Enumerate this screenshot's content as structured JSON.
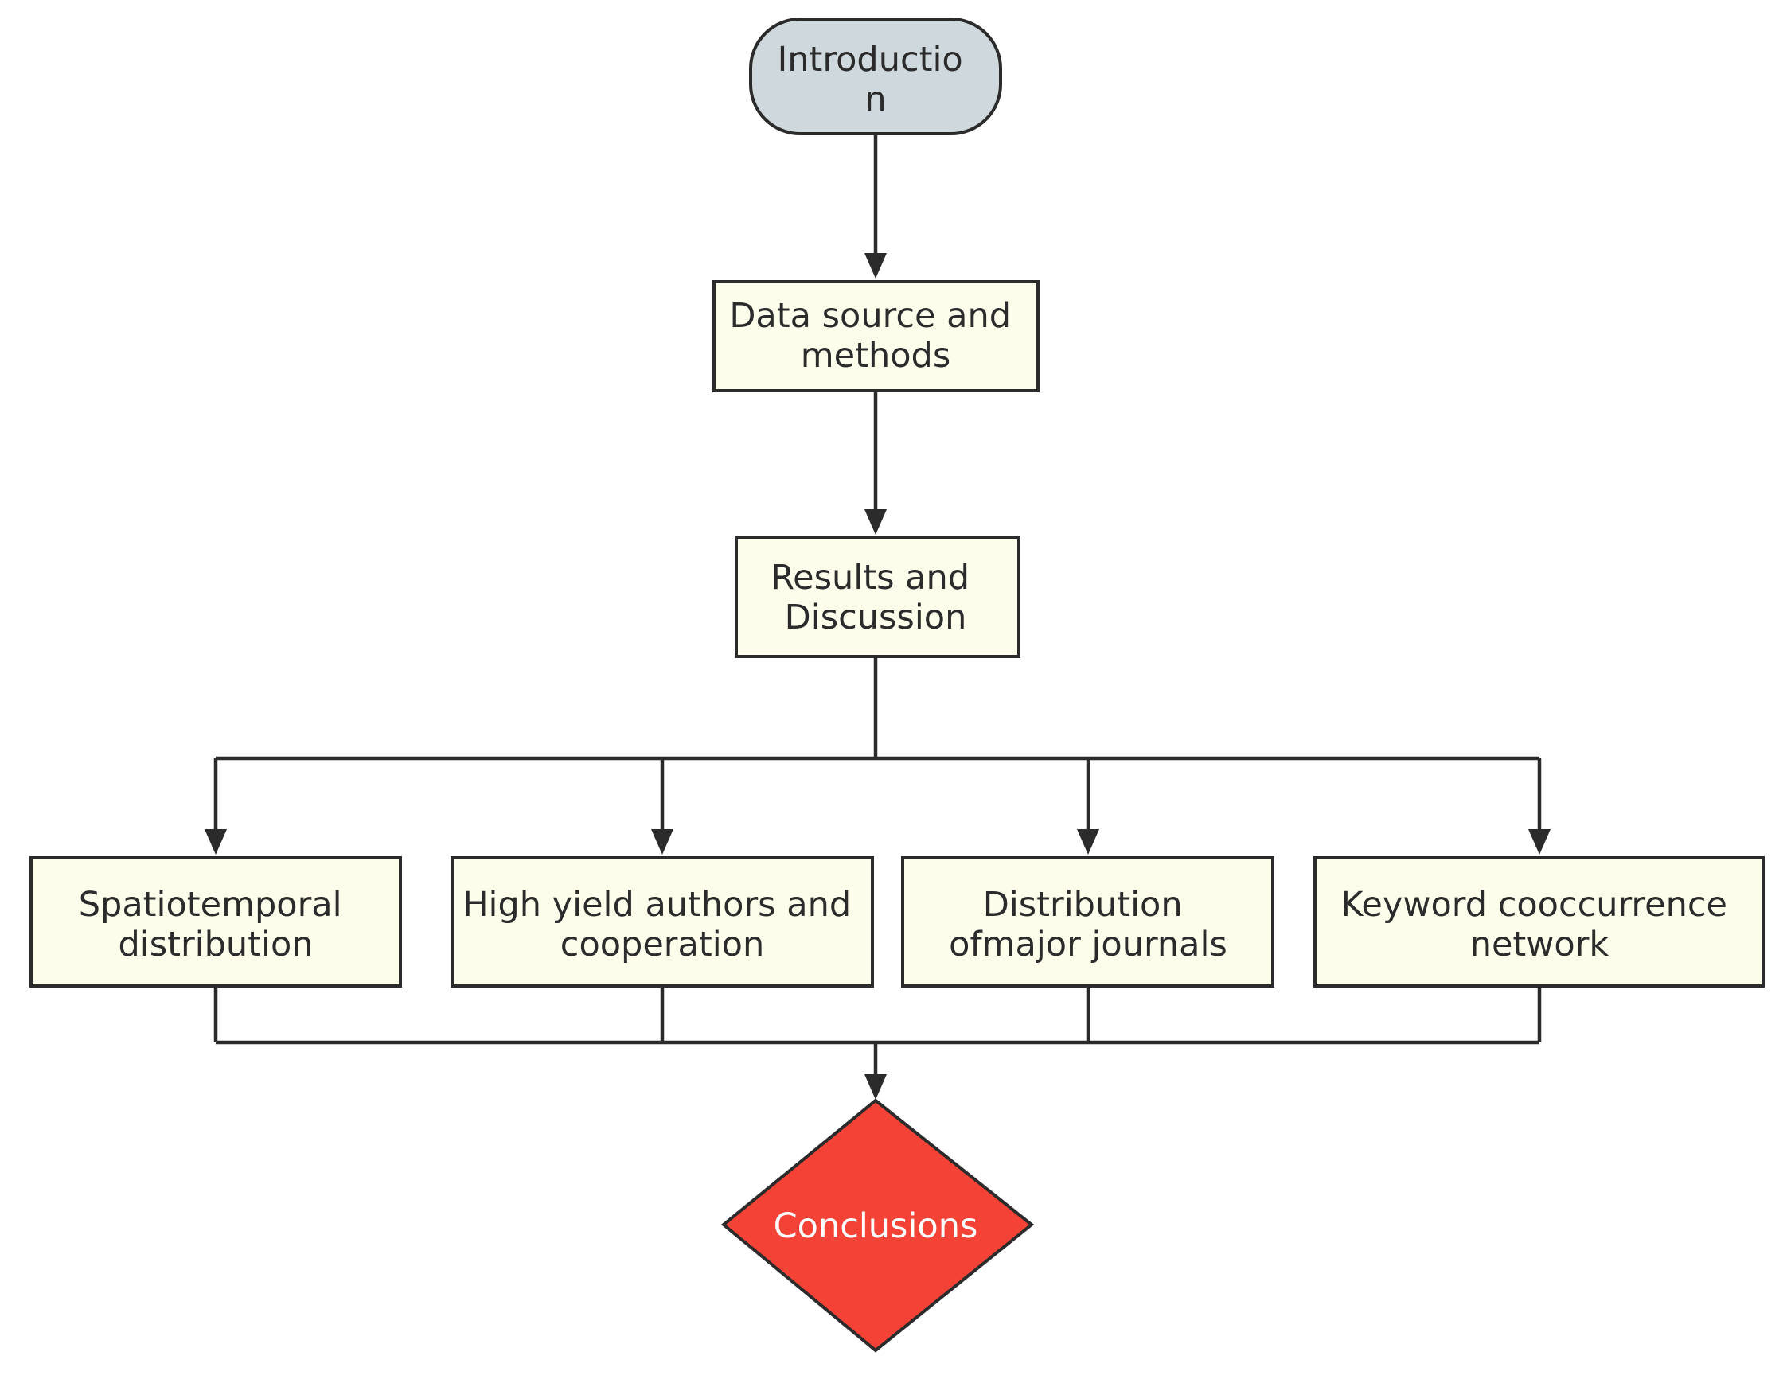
{
  "colors": {
    "start_fill": "#cfd8dc",
    "process_fill": "#fdfdec",
    "decision_fill": "#f44336",
    "stroke": "#2b2b2b",
    "text": "#2b2b2b",
    "decision_text": "#ffffff"
  },
  "nodes": {
    "introduction": {
      "shape": "rounded",
      "lines": [
        "Introductio",
        "n"
      ]
    },
    "data_source": {
      "shape": "box",
      "lines": [
        "Data source and",
        "methods"
      ]
    },
    "results": {
      "shape": "box",
      "lines": [
        "Results and",
        "Discussion"
      ]
    },
    "spatiotemporal": {
      "shape": "box",
      "lines": [
        "Spatiotemporal",
        "distribution"
      ]
    },
    "high_yield": {
      "shape": "box",
      "lines": [
        "High yield authors and",
        "cooperation"
      ]
    },
    "journals": {
      "shape": "box",
      "lines": [
        "Distribution",
        "ofmajor journals"
      ]
    },
    "keyword": {
      "shape": "box",
      "lines": [
        "Keyword cooccurrence",
        "network"
      ]
    },
    "conclusions": {
      "shape": "diamond",
      "lines": [
        "Conclusions"
      ]
    }
  },
  "edges": [
    {
      "from": "introduction",
      "to": "data_source"
    },
    {
      "from": "data_source",
      "to": "results"
    },
    {
      "from": "results",
      "to": "spatiotemporal"
    },
    {
      "from": "results",
      "to": "high_yield"
    },
    {
      "from": "results",
      "to": "journals"
    },
    {
      "from": "results",
      "to": "keyword"
    },
    {
      "from": "spatiotemporal",
      "to": "conclusions"
    },
    {
      "from": "high_yield",
      "to": "conclusions"
    },
    {
      "from": "journals",
      "to": "conclusions"
    },
    {
      "from": "keyword",
      "to": "conclusions"
    }
  ]
}
